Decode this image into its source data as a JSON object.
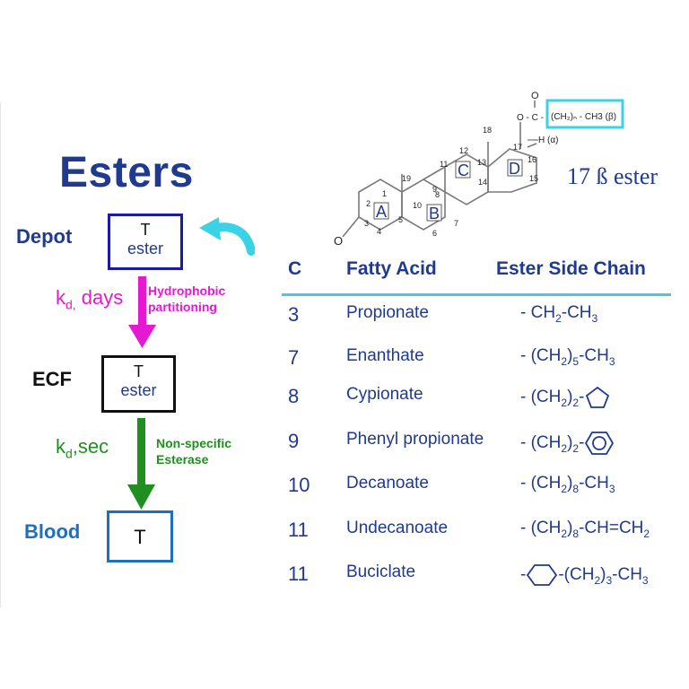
{
  "title": "Esters",
  "stages": [
    {
      "label": "Depot",
      "box_line1": "T",
      "box_line2": "ester"
    },
    {
      "label": "ECF",
      "box_line1": "T",
      "box_line2": "ester"
    },
    {
      "label": "Blood",
      "box_line1": "T",
      "box_line2": ""
    }
  ],
  "transitions": [
    {
      "rate_main": "k",
      "rate_sub": "d,",
      "rate_rest": " days",
      "note_line1": "Hydrophobic",
      "note_line2": "partitioning",
      "color": "#e619d3"
    },
    {
      "rate_main": "k",
      "rate_sub": "d",
      "rate_rest": ",sec",
      "note_line1": "Non-specific",
      "note_line2": "Esterase",
      "color": "#1f8f1f"
    }
  ],
  "structure": {
    "caption": "17 ß ester",
    "rings": [
      "A",
      "B",
      "C",
      "D"
    ],
    "carbonyl_o": "O",
    "ester_link": "O - C -",
    "chain_label": "(CH₂)ₙ - CH3 (β)",
    "h_alpha": "H (α)",
    "keto_o": "O",
    "positions": [
      "1",
      "2",
      "3",
      "4",
      "5",
      "6",
      "7",
      "8",
      "9",
      "10",
      "11",
      "12",
      "13",
      "14",
      "15",
      "16",
      "17",
      "18",
      "19"
    ]
  },
  "table": {
    "headers": {
      "c": "C",
      "acid": "Fatty Acid",
      "side": "Ester Side Chain"
    },
    "rows": [
      {
        "c": "3",
        "acid": "Propionate"
      },
      {
        "c": "7",
        "acid": "Enanthate"
      },
      {
        "c": "8",
        "acid": "Cypionate"
      },
      {
        "c": "9",
        "acid": "Phenyl propionate"
      },
      {
        "c": "10",
        "acid": "Decanoate"
      },
      {
        "c": "11",
        "acid": "Undecanoate"
      },
      {
        "c": "11",
        "acid": "Buciclate"
      }
    ],
    "side_chains": {
      "propionate": {
        "a": "- CH",
        "s1": "2",
        "b": "-CH",
        "s2": "3"
      },
      "enanthate": {
        "a": "- (CH",
        "s1": "2",
        "b": ")",
        "s2": "5",
        "c": "-CH",
        "s3": "3"
      },
      "cypionate": {
        "a": "- (CH",
        "s1": "2",
        "b": ")",
        "s2": "2",
        "c": "-"
      },
      "phenyl": {
        "a": "- (CH",
        "s1": "2",
        "b": ")",
        "s2": "2",
        "c": "-"
      },
      "decanoate": {
        "a": "- (CH",
        "s1": "2",
        "b": ")",
        "s2": "8",
        "c": "-CH",
        "s3": "3"
      },
      "undecanoate": {
        "a": "- (CH",
        "s1": "2",
        "b": ")",
        "s2": "8",
        "c": "-CH=CH",
        "s3": "2"
      },
      "buciclate": {
        "a": "-",
        "b": "-(CH",
        "s1": "2",
        "c": ")",
        "s2": "3",
        "d": "-CH",
        "s3": "3"
      }
    }
  },
  "colors": {
    "title": "#1f3a8f",
    "depot_box": "#1a1aa6",
    "ecf_box": "#111111",
    "blood_box": "#1f6fbf",
    "magenta_arrow": "#e619d3",
    "green_arrow": "#1f8f1f",
    "cyan_arrow": "#3ad3e6",
    "table_text": "#1f3a8f",
    "rule": "#4cc6e2"
  }
}
